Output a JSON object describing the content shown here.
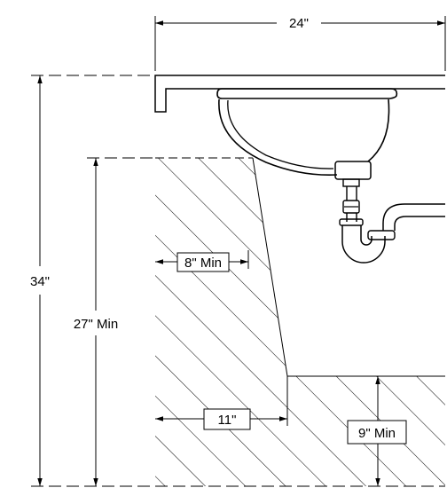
{
  "dimensions": {
    "counter_width": "24\"",
    "counter_height": "34\"",
    "knee_clearance_height": "27\" Min",
    "knee_depth": "8\" Min",
    "toe_depth": "11\"",
    "toe_clearance_height": "9\" Min"
  }
}
